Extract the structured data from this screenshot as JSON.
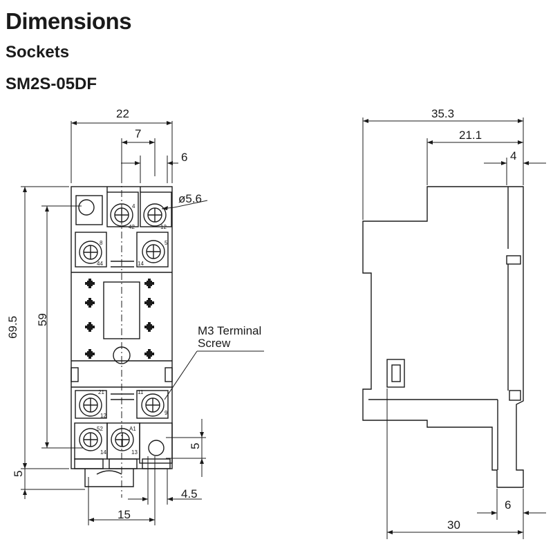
{
  "header": {
    "title": "Dimensions",
    "category": "Sockets",
    "model": "SM2S-05DF"
  },
  "front_view": {
    "dim_width": "22",
    "dim_pitch": "7",
    "dim_offset_top": "6",
    "dim_hole_dia": "ø5.6",
    "dim_height_total": "69.5",
    "dim_height_inner": "59",
    "dim_bottom": "5",
    "dim_hole_vertical": "5",
    "dim_hole_offset": "4.5",
    "dim_bottom_pitch": "15",
    "callout_line1": "M3 Terminal",
    "callout_line2": "Screw",
    "terminals": [
      "4",
      "12",
      "8",
      "5",
      "42",
      "44",
      "14",
      "21",
      "11",
      "12",
      "9",
      "52",
      "A1",
      "14",
      "13"
    ]
  },
  "side_view": {
    "dim_depth_total": "35.3",
    "dim_depth_upper": "21.1",
    "dim_top_right": "4",
    "dim_bottom_right": "6",
    "dim_depth_lower": "30"
  }
}
